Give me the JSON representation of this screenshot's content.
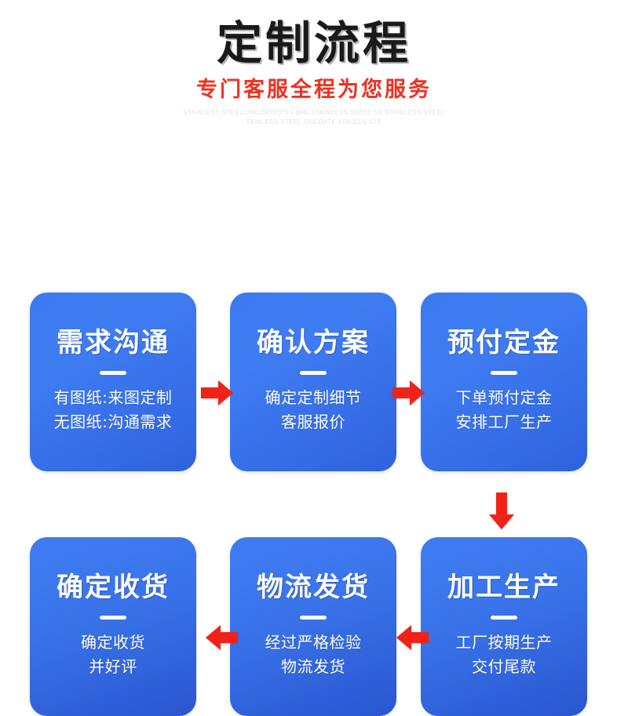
{
  "header": {
    "title": "定制流程",
    "subtitle": "专门客服全程为您服务",
    "watermark_line1": "STAINLESS STEEL UNCOATED SS 90% STAINLESS STEEL SS STAINLESS STEEL",
    "watermark_line2": "TAINLESS STEEL UNCOATE AINLESS STE"
  },
  "colors": {
    "title_text": "#1a1a1a",
    "subtitle_text": "#f03020",
    "card_gradient_start": "#3f7cf2",
    "card_gradient_end": "#2a56d0",
    "arrow_red": "#f02318",
    "background": "#ffffff",
    "card_text": "#ffffff"
  },
  "flow": {
    "steps": [
      {
        "id": "step-1",
        "title": "需求沟通",
        "lines": [
          "有图纸:来图定制",
          "无图纸:沟通需求"
        ]
      },
      {
        "id": "step-2",
        "title": "确认方案",
        "lines": [
          "确定定制细节",
          "客服报价"
        ]
      },
      {
        "id": "step-3",
        "title": "预付定金",
        "lines": [
          "下单预付定金",
          "安排工厂生产"
        ]
      },
      {
        "id": "step-4",
        "title": "加工生产",
        "lines": [
          "工厂按期生产",
          "交付尾款"
        ]
      },
      {
        "id": "step-5",
        "title": "物流发货",
        "lines": [
          "经过严格检验",
          "物流发货"
        ]
      },
      {
        "id": "step-6",
        "title": "确定收货",
        "lines": [
          "确定收货",
          "并好评"
        ]
      }
    ],
    "connectors": [
      {
        "id": "connector-1",
        "direction": "right",
        "from": "step-1",
        "to": "step-2"
      },
      {
        "id": "connector-2",
        "direction": "right",
        "from": "step-2",
        "to": "step-3"
      },
      {
        "id": "connector-3",
        "direction": "down",
        "from": "step-3",
        "to": "step-4"
      },
      {
        "id": "connector-4",
        "direction": "left",
        "from": "step-4",
        "to": "step-5"
      },
      {
        "id": "connector-5",
        "direction": "left",
        "from": "step-5",
        "to": "step-6"
      }
    ]
  }
}
